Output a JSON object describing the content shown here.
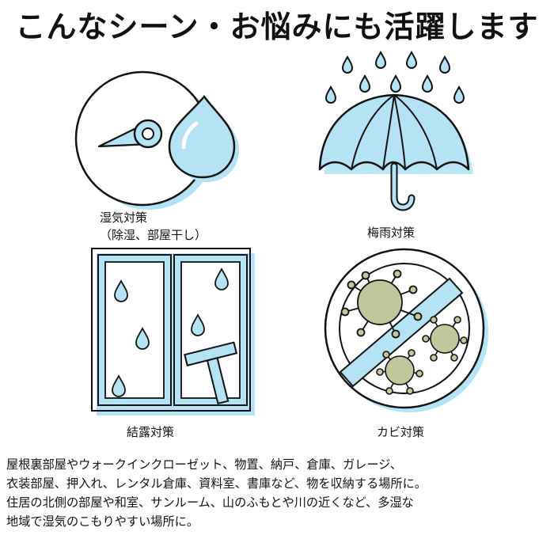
{
  "title": "こんなシーン・お悩みにも活躍します",
  "scenes": [
    {
      "caption": "湿気対策",
      "sub": "（除湿、部屋干し）",
      "icon": "humidity-gauge-icon"
    },
    {
      "caption": "梅雨対策",
      "icon": "umbrella-rain-icon"
    },
    {
      "caption": "結露対策",
      "icon": "window-condensation-icon"
    },
    {
      "caption": "カビ対策",
      "icon": "no-mold-icon"
    }
  ],
  "description": [
    "屋根裏部屋やウォークインクローゼット、物置、納戸、倉庫、ガレージ、",
    "衣装部屋、押入れ、レンタル倉庫、資料室、書庫など、物を収納する場所に。",
    "住居の北側の部屋や和室、サンルーム、山のふもとや川の近くなど、多湿な",
    "地域で湿気のこもりやすい場所に。"
  ],
  "colors": {
    "accent": "#b3e3f5",
    "outline": "#111111",
    "mold": "#c2c79b"
  }
}
